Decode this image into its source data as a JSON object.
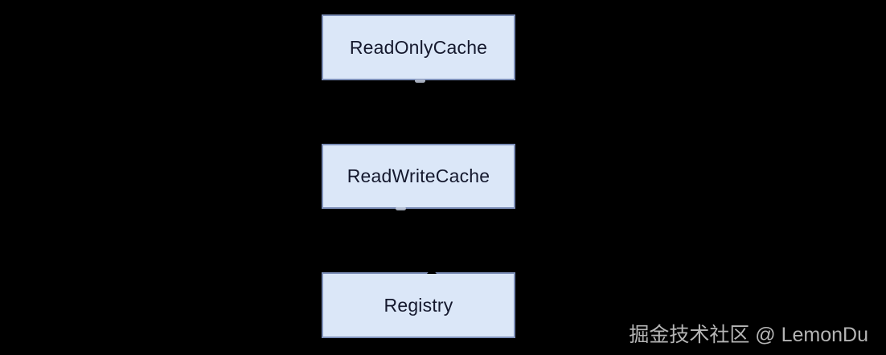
{
  "diagram": {
    "background": "#000000",
    "nodes": [
      {
        "label": "ReadOnlyCache"
      },
      {
        "label": "ReadWriteCache"
      },
      {
        "label": "Registry"
      }
    ],
    "node_style": {
      "fill": "#dbe7f8",
      "border": "#7d8fb8",
      "text_color": "#15192e"
    }
  },
  "watermark": {
    "text": "掘金技术社区 @ LemonDu",
    "color": "#b5b5b5"
  }
}
